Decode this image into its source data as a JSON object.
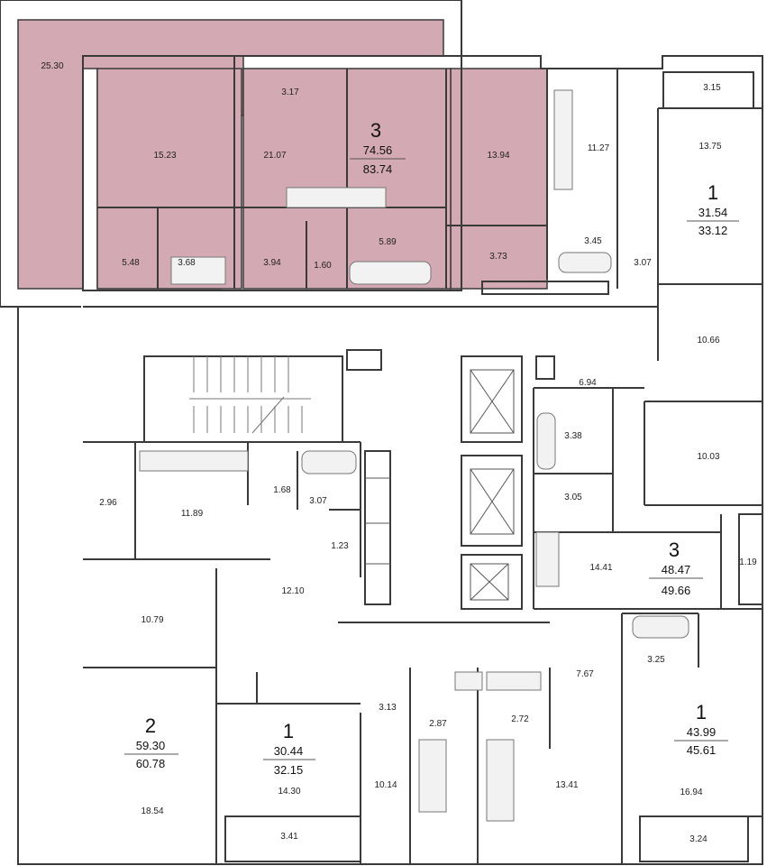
{
  "colors": {
    "highlight": "#d3a9b3",
    "wall": "#3a3a3a"
  },
  "apartments": [
    {
      "id": "apt-3-top",
      "rooms": "3",
      "living": "74.56",
      "total": "83.74",
      "highlighted": true
    },
    {
      "id": "apt-1-top-right",
      "rooms": "1",
      "living": "31.54",
      "total": "33.12",
      "highlighted": false
    },
    {
      "id": "apt-3-right",
      "rooms": "3",
      "living": "48.47",
      "total": "49.66",
      "highlighted": false
    },
    {
      "id": "apt-2-left",
      "rooms": "2",
      "living": "59.30",
      "total": "60.78",
      "highlighted": false
    },
    {
      "id": "apt-1-bottom-mid",
      "rooms": "1",
      "living": "30.44",
      "total": "32.15",
      "highlighted": false
    },
    {
      "id": "apt-1-bottom-right",
      "rooms": "1",
      "living": "43.99",
      "total": "45.61",
      "highlighted": false
    }
  ],
  "room_areas": [
    "25.30",
    "15.23",
    "3.17",
    "21.07",
    "13.94",
    "5.48",
    "3.68",
    "3.94",
    "1.60",
    "5.89",
    "3.73",
    "11.27",
    "3.15",
    "13.75",
    "3.45",
    "3.07",
    "10.66",
    "6.94",
    "3.38",
    "10.03",
    "3.05",
    "14.41",
    "1.19",
    "2.96",
    "11.89",
    "1.68",
    "3.07",
    "1.23",
    "12.10",
    "10.79",
    "18.54",
    "14.30",
    "3.41",
    "3.13",
    "2.87",
    "10.14",
    "2.72",
    "13.41",
    "7.67",
    "3.25",
    "16.94",
    "3.24"
  ]
}
